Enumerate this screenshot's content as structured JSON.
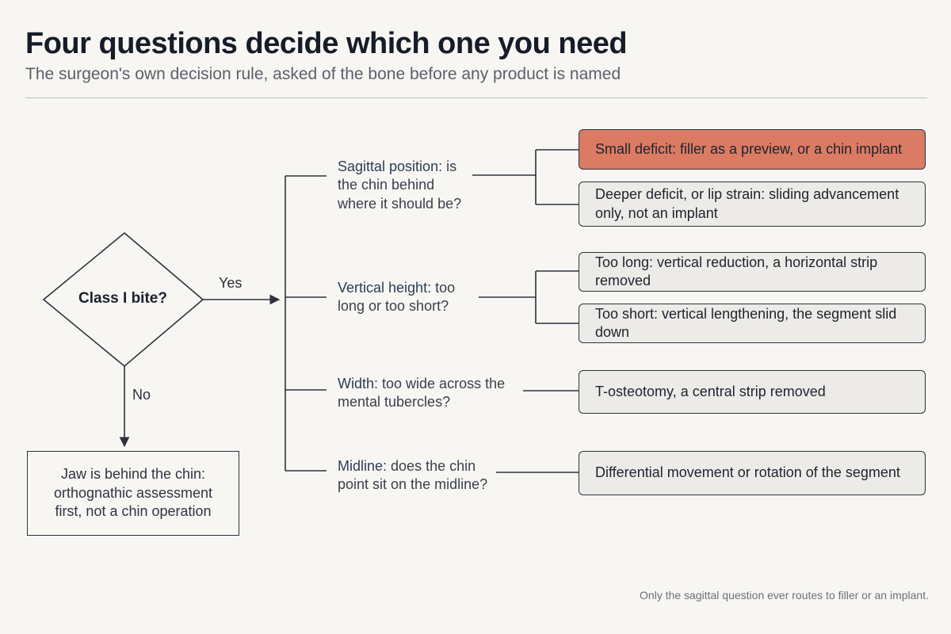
{
  "title": "Four questions decide which one you need",
  "subtitle": "The surgeon's own decision rule, asked of the bone before any product is named",
  "decision": {
    "label": "Class I bite?",
    "yes_label": "Yes",
    "no_label": "No",
    "no_outcome": "Jaw is behind the chin: orthognathic assessment first, not a chin operation"
  },
  "questions": [
    {
      "lead": "Sagittal position:",
      "rest": " is the chin behind where it should be?"
    },
    {
      "lead": "Vertical height:",
      "rest": " too long or too short?"
    },
    {
      "lead": "Width:",
      "rest": " too wide across the mental tubercles?"
    },
    {
      "lead": "Midline:",
      "rest": " does the chin point sit on the midline?"
    }
  ],
  "answers": [
    "Small deficit: filler as a preview, or a chin implant",
    "Deeper deficit, or lip strain: sliding advancement only, not an implant",
    "Too long: vertical reduction, a horizontal strip removed",
    "Too short: vertical lengthening, the segment slid down",
    "T-osteotomy, a central strip removed",
    "Differential movement or rotation of the segment"
  ],
  "footnote": "Only the sagittal question ever routes to filler or an implant.",
  "colors": {
    "highlight_fill": "#db7b63",
    "box_fill": "#ecebe8",
    "line": "#2d323c"
  }
}
